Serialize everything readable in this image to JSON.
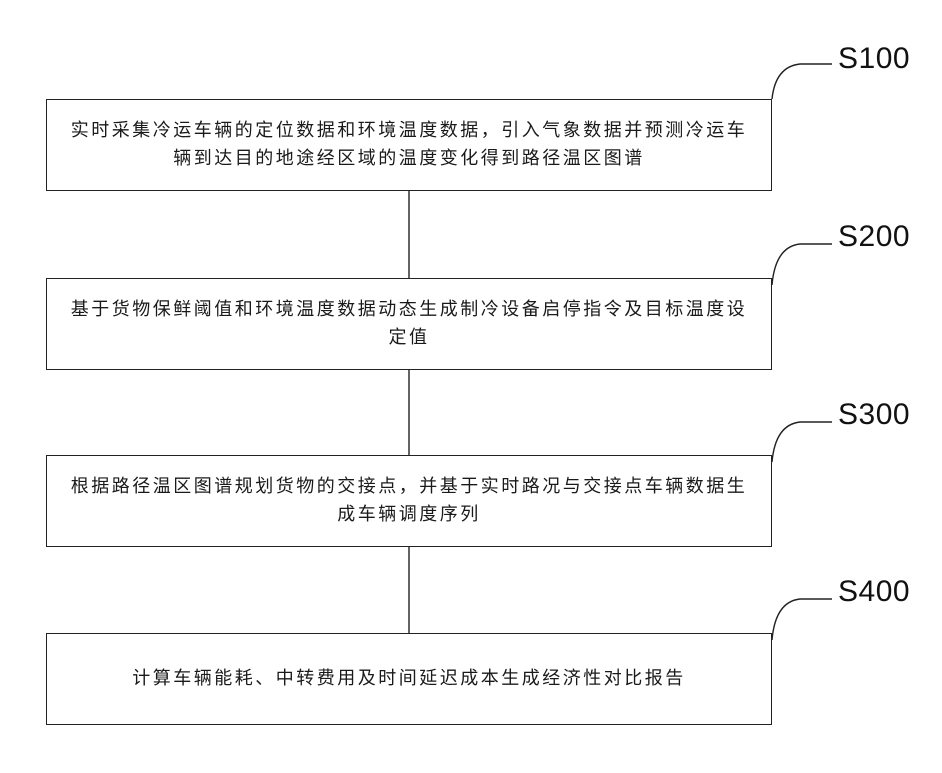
{
  "steps": [
    {
      "id": "S100",
      "text": "实时采集冷运车辆的定位数据和环境温度数据，引入气象数据并预测冷运车辆到达目的地途经区域的温度变化得到路径温区图谱"
    },
    {
      "id": "S200",
      "text": "基于货物保鲜阈值和环境温度数据动态生成制冷设备启停指令及目标温度设定值"
    },
    {
      "id": "S300",
      "text": "根据路径温区图谱规划货物的交接点，并基于实时路况与交接点车辆数据生成车辆调度序列"
    },
    {
      "id": "S400",
      "text": "计算车辆能耗、中转费用及时间延迟成本生成经济性对比报告"
    }
  ]
}
